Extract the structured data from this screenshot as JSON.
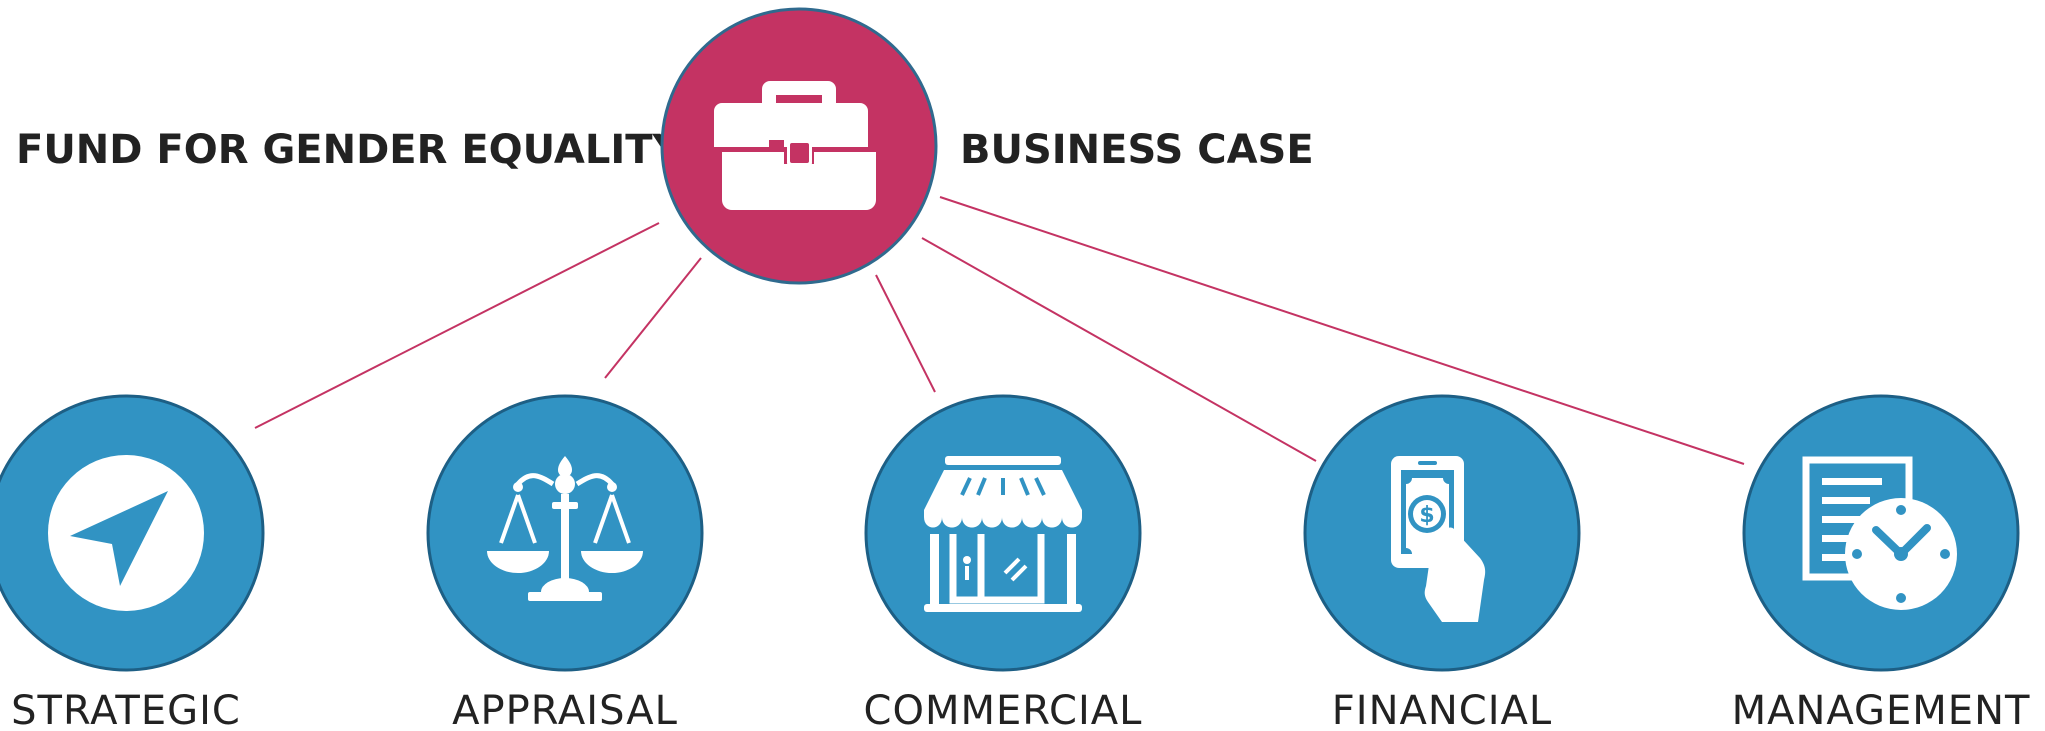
{
  "diagram": {
    "title_left": "FUND FOR GENDER EQUALITY",
    "title_right": "BUSINESS CASE",
    "hub": {
      "icon": "briefcase-icon",
      "color": "#c43363"
    },
    "nodes": [
      {
        "label": "STRATEGIC",
        "icon": "navigation-arrow-icon"
      },
      {
        "label": "APPRAISAL",
        "icon": "balance-scale-icon"
      },
      {
        "label": "COMMERCIAL",
        "icon": "storefront-icon"
      },
      {
        "label": "FINANCIAL",
        "icon": "hand-holding-phone-money-icon"
      },
      {
        "label": "MANAGEMENT",
        "icon": "document-clock-icon"
      }
    ],
    "colors": {
      "node_fill": "#3193c3",
      "connector": "#c43363",
      "text": "#222222"
    }
  }
}
